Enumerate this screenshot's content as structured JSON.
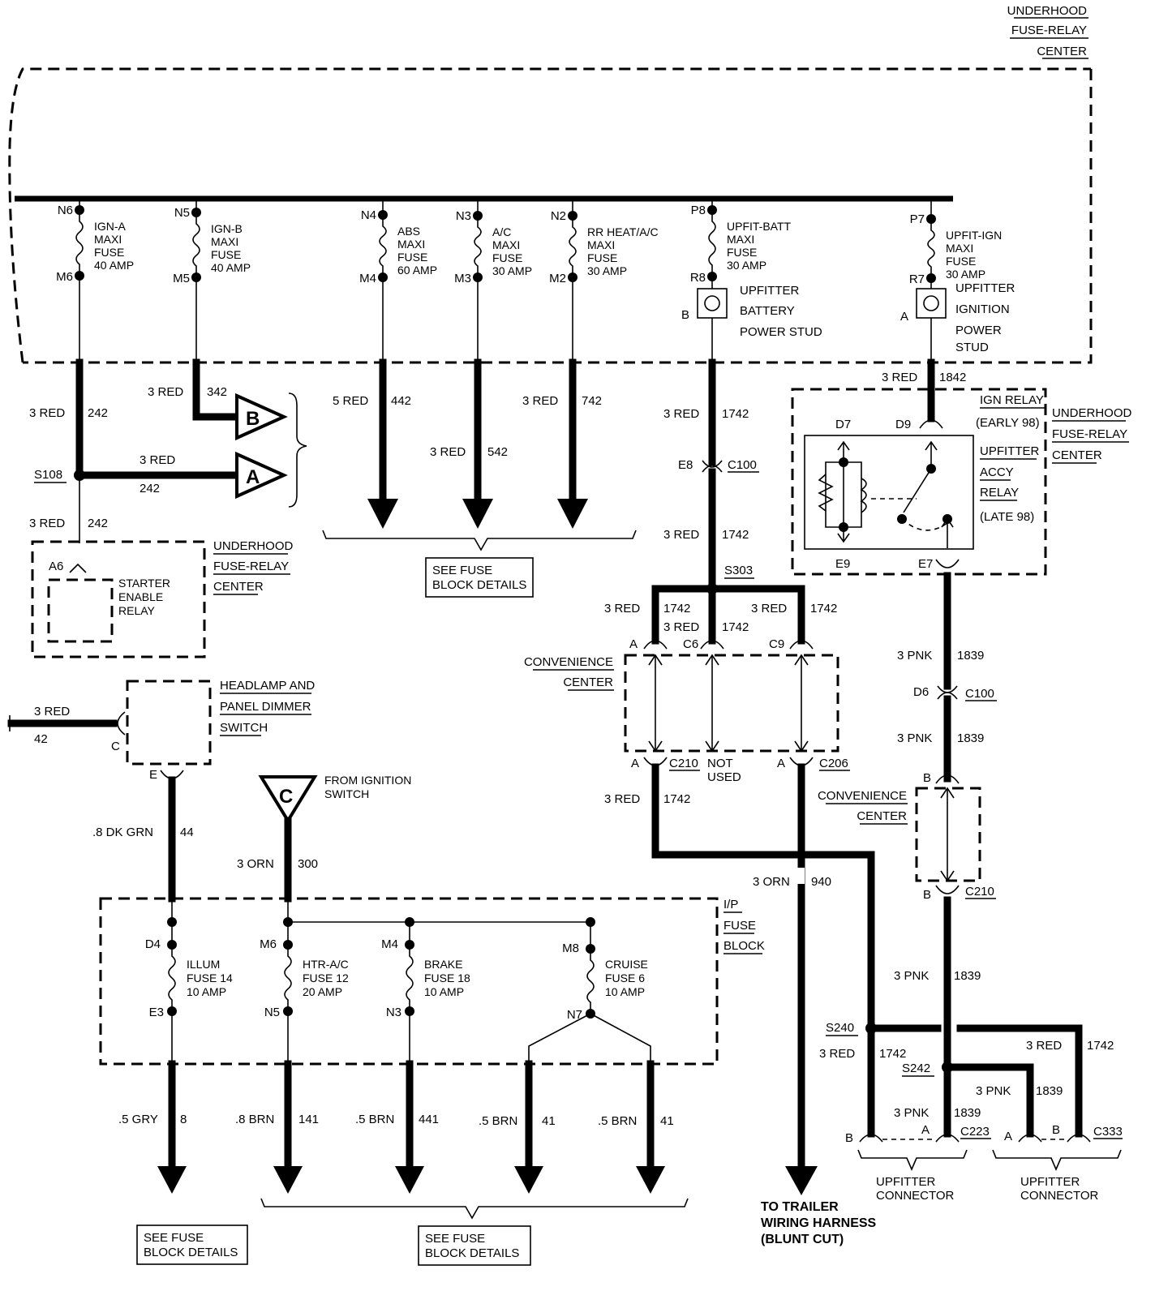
{
  "header_center": [
    "UNDERHOOD",
    "FUSE-RELAY",
    "CENTER"
  ],
  "maxi_fuses": [
    {
      "in": "N6",
      "out": "M6",
      "lines": [
        "IGN-A",
        "MAXI",
        "FUSE",
        "40 AMP"
      ]
    },
    {
      "in": "N5",
      "out": "M5",
      "lines": [
        "IGN-B",
        "MAXI",
        "FUSE",
        "40 AMP"
      ]
    },
    {
      "in": "N4",
      "out": "M4",
      "lines": [
        "ABS",
        "MAXI",
        "FUSE",
        "60 AMP"
      ]
    },
    {
      "in": "N3",
      "out": "M3",
      "lines": [
        "A/C",
        "MAXI",
        "FUSE",
        "30 AMP"
      ]
    },
    {
      "in": "N2",
      "out": "M2",
      "lines": [
        "RR HEAT/A/C",
        "MAXI",
        "FUSE",
        "30 AMP"
      ]
    },
    {
      "in": "P8",
      "out": "R8",
      "lines": [
        "UPFIT-BATT",
        "MAXI",
        "FUSE",
        "30 AMP"
      ]
    },
    {
      "in": "P7",
      "out": "R7",
      "lines": [
        "UPFIT-IGN",
        "MAXI",
        "FUSE",
        "30 AMP"
      ]
    }
  ],
  "studs": {
    "battery": {
      "pin": "B",
      "lines": [
        "UPFITTER",
        "BATTERY",
        "POWER STUD"
      ]
    },
    "ignition": {
      "pin": "A",
      "lines": [
        "UPFITTER",
        "IGNITION",
        "POWER",
        "STUD"
      ]
    }
  },
  "wires": {
    "w242a": {
      "gauge": "3 RED",
      "circuit": "242"
    },
    "w342": {
      "gauge": "3 RED",
      "circuit": "342"
    },
    "w242b": {
      "gauge": "3 RED",
      "circuit": "242"
    },
    "w242c": {
      "gauge": "3 RED",
      "circuit": "242"
    },
    "w442": {
      "gauge": "5 RED",
      "circuit": "442"
    },
    "w542": {
      "gauge": "3 RED",
      "circuit": "542"
    },
    "w742": {
      "gauge": "3 RED",
      "circuit": "742"
    },
    "w1742a": {
      "gauge": "3 RED",
      "circuit": "1742"
    },
    "w1742b": {
      "gauge": "3 RED",
      "circuit": "1742"
    },
    "w1742c": {
      "gauge": "3 RED",
      "circuit": "1742"
    },
    "w1742d": {
      "gauge": "3 RED",
      "circuit": "1742"
    },
    "w1742e": {
      "gauge": "3 RED",
      "circuit": "1742"
    },
    "w1742f": {
      "gauge": "3 RED",
      "circuit": "1742"
    },
    "w1742g": {
      "gauge": "3 RED",
      "circuit": "1742"
    },
    "w1742h": {
      "gauge": "3 RED",
      "circuit": "1742"
    },
    "w1842": {
      "gauge": "3 RED",
      "circuit": "1842"
    },
    "w1839a": {
      "gauge": "3 PNK",
      "circuit": "1839"
    },
    "w1839b": {
      "gauge": "3 PNK",
      "circuit": "1839"
    },
    "w1839c": {
      "gauge": "3 PNK",
      "circuit": "1839"
    },
    "w1839d": {
      "gauge": "3 PNK",
      "circuit": "1839"
    },
    "w1839e": {
      "gauge": "3 PNK",
      "circuit": "1839"
    },
    "w42": {
      "gauge": "3 RED",
      "circuit": "42"
    },
    "w44": {
      "gauge": ".8 DK GRN",
      "circuit": "44"
    },
    "w300": {
      "gauge": "3 ORN",
      "circuit": "300"
    },
    "w940": {
      "gauge": "3 ORN",
      "circuit": "940"
    },
    "w8": {
      "gauge": ".5 GRY",
      "circuit": "8"
    },
    "w141": {
      "gauge": ".8 BRN",
      "circuit": "141"
    },
    "w441": {
      "gauge": ".5 BRN",
      "circuit": "441"
    },
    "w41a": {
      "gauge": ".5 BRN",
      "circuit": "41"
    },
    "w41b": {
      "gauge": ".5 BRN",
      "circuit": "41"
    }
  },
  "splices": {
    "s108": "S108",
    "s303": "S303",
    "s240": "S240",
    "s242": "S242"
  },
  "connectors": {
    "e8": "E8",
    "c100a": "C100",
    "a": "A",
    "c6": "C6",
    "c9": "C9",
    "a2": "A",
    "c210a": "C210",
    "not_used": [
      "NOT",
      "USED"
    ],
    "a3": "A",
    "c206": "C206",
    "d6": "D6",
    "c100b": "C100",
    "b1": "B",
    "b2": "B",
    "c210b": "C210",
    "b3": "B",
    "a4": "A",
    "c223": "C223",
    "a5": "A",
    "b4": "B",
    "c333": "C333",
    "c_pin": "C",
    "e_pin": "E",
    "a6": "A6",
    "d7": "D7",
    "d9": "D9",
    "e9": "E9",
    "e7": "E7"
  },
  "offpage": {
    "a": "A",
    "b": "B",
    "c": "C",
    "from_ign": [
      "FROM IGNITION",
      "SWITCH"
    ]
  },
  "boxes": {
    "starter_text": [
      "STARTER",
      "ENABLE",
      "RELAY"
    ],
    "starter_center": [
      "UNDERHOOD",
      "FUSE-RELAY",
      "CENTER"
    ],
    "headlamp": [
      "HEADLAMP AND",
      "PANEL DIMMER",
      "SWITCH"
    ],
    "conv1": [
      "CONVENIENCE",
      "CENTER"
    ],
    "conv2": [
      "CONVENIENCE",
      "CENTER"
    ],
    "relay_labels": [
      "IGN RELAY",
      "(EARLY 98)",
      "UPFITTER",
      "ACCY",
      "RELAY",
      "(LATE 98)"
    ],
    "relay_center": [
      "UNDERHOOD",
      "FUSE-RELAY",
      "CENTER"
    ],
    "ip_block": [
      "I/P",
      "FUSE",
      "BLOCK"
    ]
  },
  "ip_fuses": [
    {
      "in": "D4",
      "out": "E3",
      "lines": [
        "ILLUM",
        "FUSE 14",
        "10 AMP"
      ]
    },
    {
      "in": "M6",
      "out": "N5",
      "lines": [
        "HTR-A/C",
        "FUSE 12",
        "20 AMP"
      ]
    },
    {
      "in": "M4",
      "out": "N3",
      "lines": [
        "BRAKE",
        "FUSE 18",
        "10 AMP"
      ]
    },
    {
      "in": "M8",
      "out": "N7",
      "lines": [
        "CRUISE",
        "FUSE 6",
        "10 AMP"
      ]
    }
  ],
  "notes": {
    "see_fuse_1": [
      "SEE FUSE",
      "BLOCK DETAILS"
    ],
    "see_fuse_2": [
      "SEE FUSE",
      "BLOCK DETAILS"
    ],
    "see_fuse_3": [
      "SEE FUSE",
      "BLOCK DETAILS"
    ],
    "trailer": [
      "TO TRAILER",
      "WIRING HARNESS",
      "(BLUNT CUT)"
    ],
    "upfit_conn_1": [
      "UPFITTER",
      "CONNECTOR"
    ],
    "upfit_conn_2": [
      "UPFITTER",
      "CONNECTOR"
    ]
  }
}
